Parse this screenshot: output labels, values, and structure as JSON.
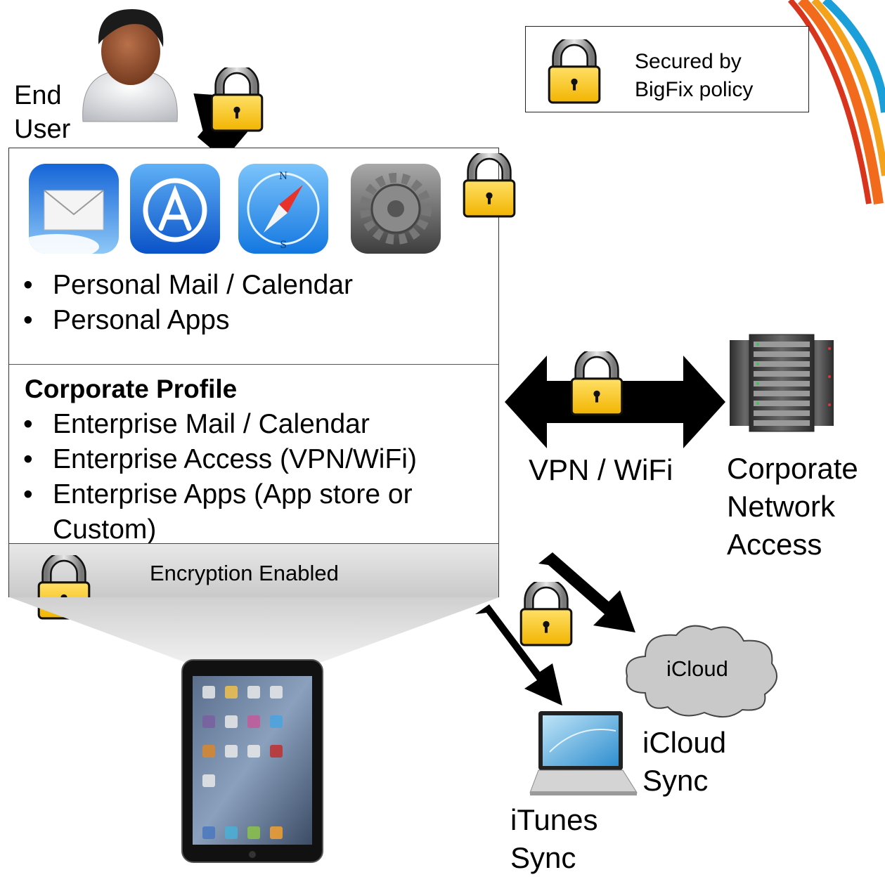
{
  "legend": {
    "line1": "Secured by",
    "line2": "BigFix policy"
  },
  "end_user": {
    "line1": "End",
    "line2": "User"
  },
  "personal": {
    "apps": [
      "mail-icon",
      "app-store-icon",
      "safari-icon",
      "settings-icon"
    ],
    "items": [
      "Personal Mail / Calendar",
      "Personal Apps"
    ]
  },
  "corporate": {
    "title": "Corporate Profile",
    "items": [
      "Enterprise Mail / Calendar",
      "Enterprise Access (VPN/WiFi)",
      "Enterprise Apps (App store or Custom)"
    ]
  },
  "encryption_label": "Encryption Enabled",
  "vpn_label": "VPN / WiFi",
  "network": {
    "line1": "Corporate",
    "line2": "Network",
    "line3": "Access"
  },
  "cloud_label": "iCloud",
  "icloud_sync": {
    "line1": "iCloud",
    "line2": "Sync"
  },
  "itunes_sync": {
    "line1": "iTunes",
    "line2": "Sync"
  },
  "colors": {
    "lock_body": "#f7c21b",
    "lock_shackle": "#9a9a9a",
    "stripe_orange": "#f26b1d",
    "stripe_blue": "#1a9fd9"
  }
}
